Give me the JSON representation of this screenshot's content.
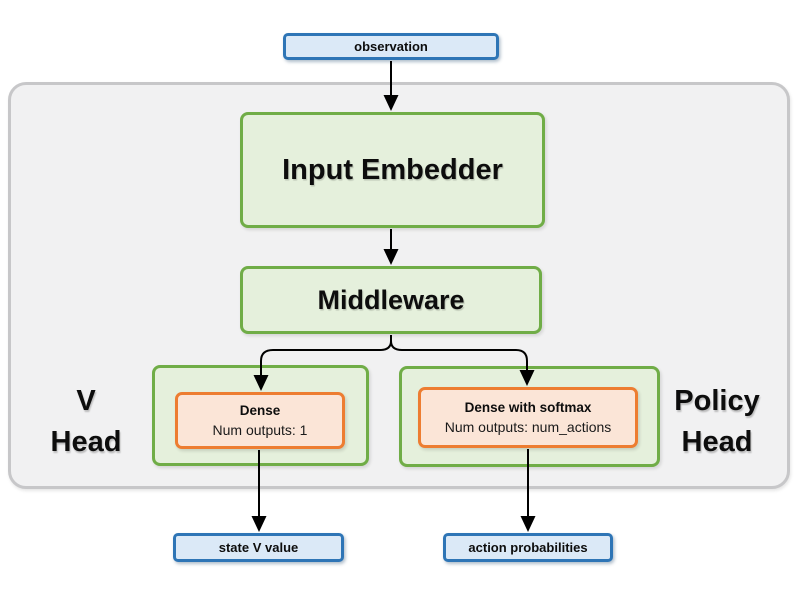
{
  "diagram": {
    "title_semantic": "actor-critic network architecture diagram",
    "nodes": {
      "observation": "observation",
      "input_embedder": "Input Embedder",
      "middleware": "Middleware",
      "v_head_label": "V\nHead",
      "policy_head_label": "Policy\nHead",
      "v_dense_title": "Dense",
      "v_dense_subtitle": "Num outputs: 1",
      "policy_dense_title": "Dense with softmax",
      "policy_dense_subtitle": "Num outputs: num_actions",
      "state_v_value": "state V value",
      "action_probabilities": "action probabilities"
    },
    "edges": [
      {
        "from": "observation",
        "to": "input_embedder"
      },
      {
        "from": "input_embedder",
        "to": "middleware"
      },
      {
        "from": "middleware",
        "to": "v_dense"
      },
      {
        "from": "middleware",
        "to": "policy_dense"
      },
      {
        "from": "v_dense",
        "to": "state_v_value"
      },
      {
        "from": "policy_dense",
        "to": "action_probabilities"
      }
    ],
    "colors": {
      "io_box_border": "#2e75b6",
      "io_box_fill": "#dbe9f7",
      "module_box_border": "#70ad47",
      "module_box_fill": "#e5f0dc",
      "layer_box_border": "#ed7d31",
      "layer_box_fill": "#fbe5d7",
      "container_fill": "#f1f1f2",
      "container_border": "#c7c7c9",
      "arrow": "#000000"
    }
  }
}
